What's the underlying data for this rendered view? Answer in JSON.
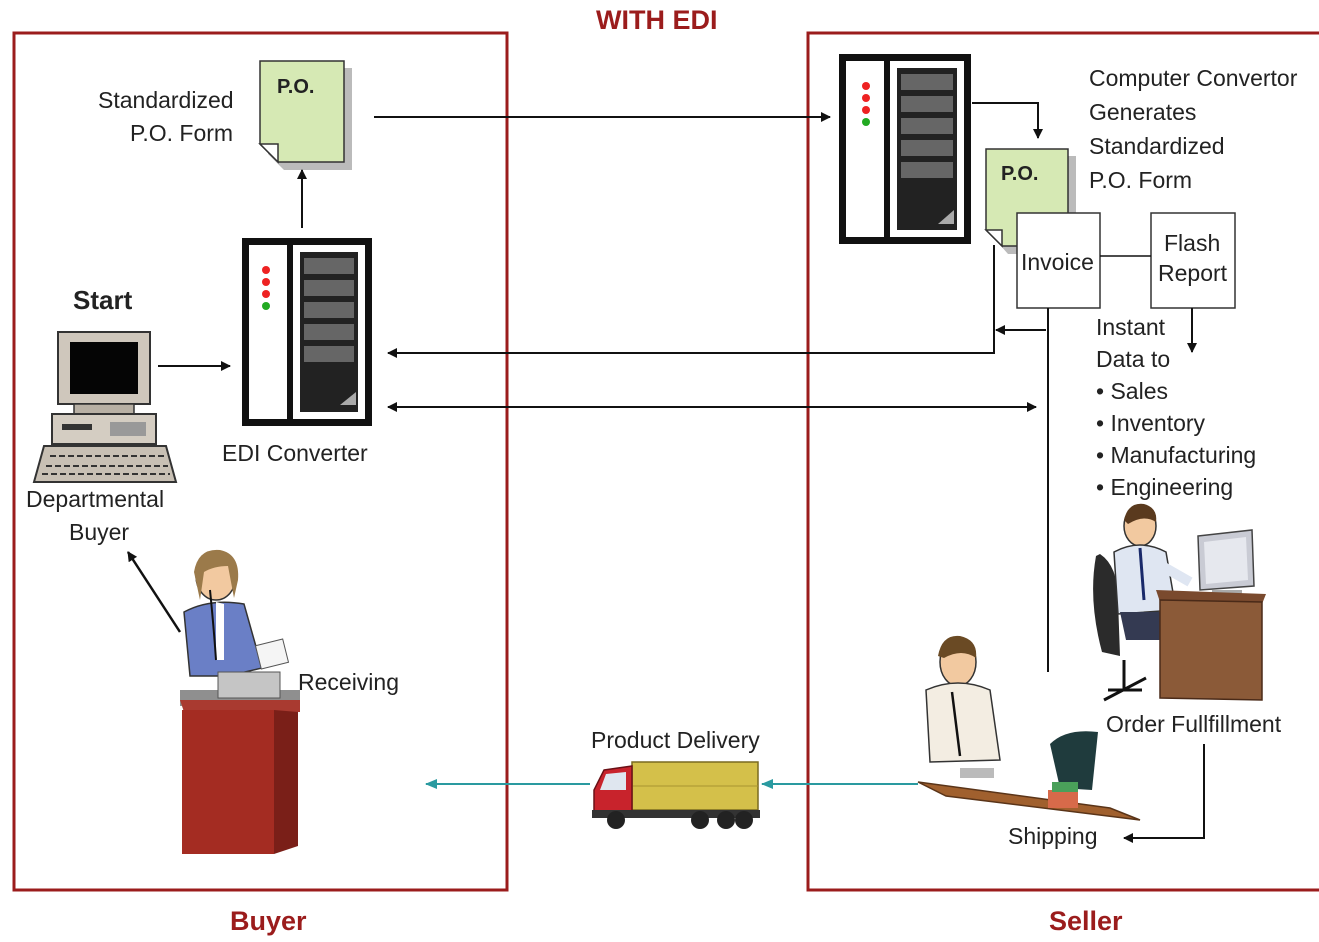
{
  "header": {
    "title": "WITH EDI"
  },
  "buyer": {
    "label": "Buyer",
    "start": "Start",
    "po_form_line1": "Standardized",
    "po_form_line2": "P.O. Form",
    "po_doc": "P.O.",
    "edi_converter": "EDI Converter",
    "dept_buyer_line1": "Departmental",
    "dept_buyer_line2": "Buyer",
    "receiving": "Receiving"
  },
  "seller": {
    "label": "Seller",
    "converter_line1": "Computer Convertor",
    "converter_line2": "Generates",
    "converter_line3": "Standardized",
    "converter_line4": "P.O. Form",
    "po_doc": "P.O.",
    "invoice": "Invoice",
    "flash_line1": "Flash",
    "flash_line2": "Report",
    "instant_line1": "Instant",
    "instant_line2": "Data to",
    "bullets": [
      "Sales",
      "Inventory",
      "Manufacturing",
      "Engineering"
    ],
    "order_fulfillment": "Order Fullfillment",
    "shipping": "Shipping"
  },
  "delivery": {
    "label": "Product Delivery"
  },
  "colors": {
    "border": "#9b1c1c",
    "title": "#9b1c1c",
    "delivery_arrow": "#2a9aa0",
    "document": "#d6e9b4",
    "truck": "#d4c04a"
  }
}
